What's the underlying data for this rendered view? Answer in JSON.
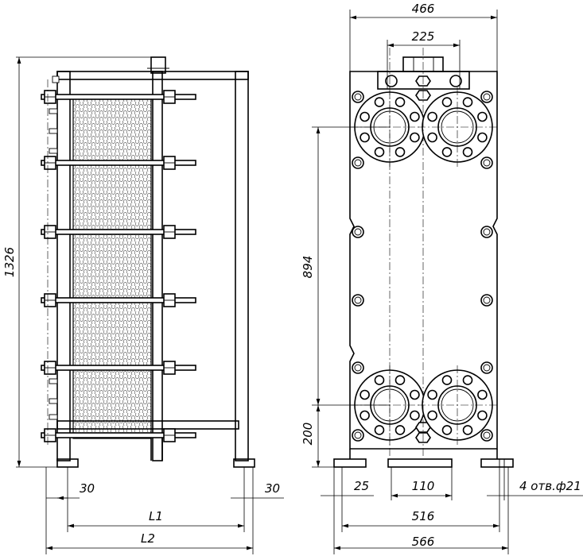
{
  "side_view": {
    "height_label": "1326",
    "left_offset_label": "30",
    "right_offset_label": "30",
    "l1_label": "L1",
    "l2_label": "L2"
  },
  "front_view": {
    "top_width_label": "466",
    "port_spacing_label": "225",
    "port_vertical_label": "894",
    "bottom_port_label": "200",
    "foot_offset_label": "25",
    "foot_width_label": "110",
    "holes_label": "4 отв.ф21",
    "bolt_span_label": "516",
    "base_width_label": "566"
  }
}
